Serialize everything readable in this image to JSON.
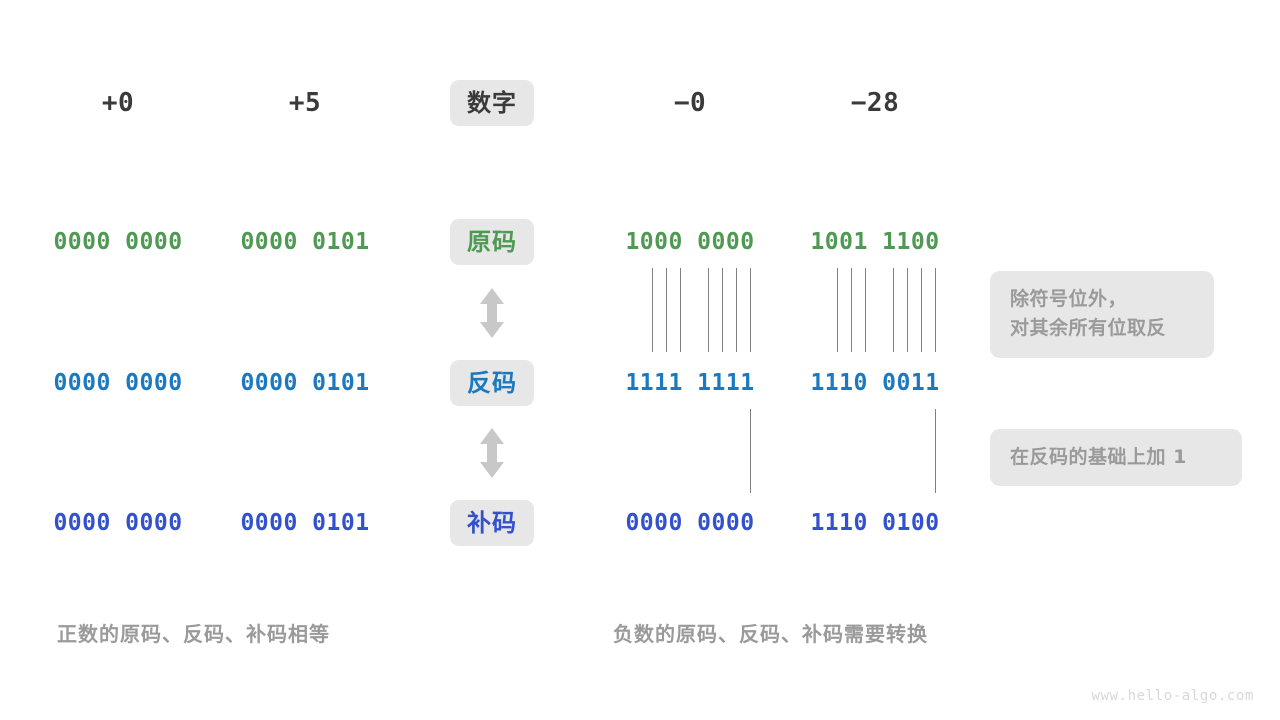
{
  "figure": {
    "background_color": "#ffffff",
    "watermark": "www.hello-algo.com"
  },
  "colors": {
    "sign_magnitude": "#4f9a52",
    "ones_complement": "#1a79c0",
    "twos_complement": "#3451cc",
    "badge_background": "#e7e7e7",
    "note_text": "#9a9a9a",
    "header_text": "#3a3a3a",
    "connector_line": "#808080",
    "arrow": "#c8c8c8"
  },
  "center_column": {
    "header_badge": "数字",
    "row_badges": [
      "原码",
      "反码",
      "补码"
    ]
  },
  "columns": {
    "positive": [
      {
        "number": "+0",
        "sign_magnitude": "0000 0000",
        "ones_complement": "0000 0000",
        "twos_complement": "0000 0000"
      },
      {
        "number": "+5",
        "sign_magnitude": "0000 0101",
        "ones_complement": "0000 0101",
        "twos_complement": "0000 0101"
      }
    ],
    "negative": [
      {
        "number": "−0",
        "sign_magnitude": "1000 0000",
        "ones_complement": "1111 1111",
        "twos_complement": "0000 0000"
      },
      {
        "number": "−28",
        "sign_magnitude": "1001 1100",
        "ones_complement": "1110 0011",
        "twos_complement": "1110 0100"
      }
    ]
  },
  "notes": [
    {
      "id": "invert-note",
      "text": "除符号位外，\n对其余所有位取反"
    },
    {
      "id": "add-one-note",
      "text": "在反码的基础上加 1"
    }
  ],
  "captions": {
    "left": "正数的原码、反码、补码相等",
    "right": "负数的原码、反码、补码需要转换"
  }
}
